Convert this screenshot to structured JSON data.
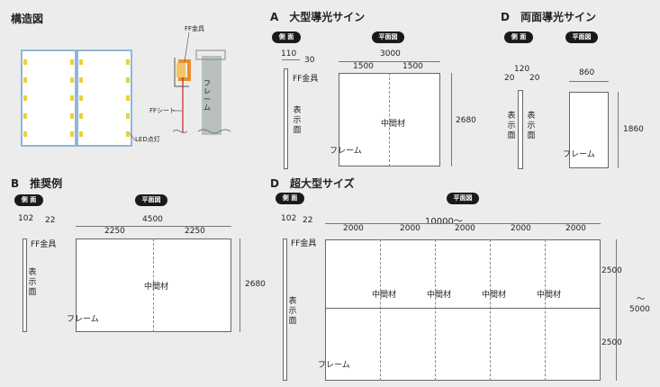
{
  "structure": {
    "title": "構造図",
    "ff_fitting": "FF金具",
    "ff_sheet": "FFシート",
    "frame": "フレーム",
    "led": "LED点灯"
  },
  "section_a": {
    "title": "A　大型導光サイン",
    "side_pill": "側 面",
    "plan_pill": "平面図",
    "dim_110": "110",
    "dim_30": "30",
    "ff_fitting": "FF金具",
    "display_face": "表示面",
    "dim_total": "3000",
    "dim_left": "1500",
    "dim_right": "1500",
    "middle": "中間材",
    "frame": "フレーム",
    "dim_height": "2680"
  },
  "section_d_top": {
    "title": "D　両面導光サイン",
    "side_pill": "側 面",
    "plan_pill": "平面図",
    "dim_120": "120",
    "dim_20a": "20",
    "dim_20b": "20",
    "display_left": "表示面",
    "display_right": "表示面",
    "dim_width": "860",
    "frame": "フレーム",
    "dim_height": "1860"
  },
  "section_b": {
    "title": "B　推奨例",
    "side_pill": "側 面",
    "plan_pill": "平面図",
    "dim_102": "102",
    "dim_22": "22",
    "ff_fitting": "FF金具",
    "display_face": "表示面",
    "dim_total": "4500",
    "dim_left": "2250",
    "dim_right": "2250",
    "middle": "中間材",
    "frame": "フレーム",
    "dim_height": "2680"
  },
  "section_d_bottom": {
    "title": "D　超大型サイズ",
    "side_pill": "側 面",
    "plan_pill": "平面図",
    "dim_102": "102",
    "dim_22": "22",
    "ff_fitting": "FF金具",
    "display_face": "表示面",
    "dim_total": "10000～",
    "col_dims": [
      "2000",
      "2000",
      "2000",
      "2000",
      "2000"
    ],
    "middles": [
      "中間材",
      "中間材",
      "中間材",
      "中間材"
    ],
    "frame": "フレーム",
    "dim_upper": "2500",
    "dim_lower": "2500",
    "dim_tilde": "～",
    "dim_5000": "5000"
  }
}
